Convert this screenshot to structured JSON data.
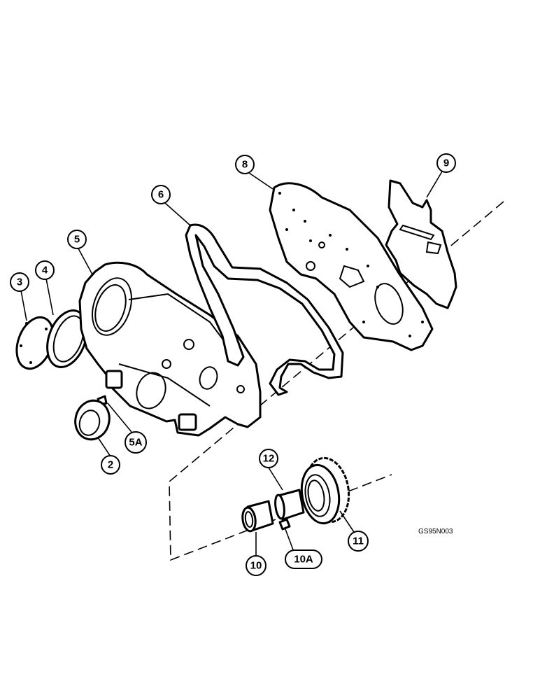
{
  "diagram": {
    "reference_code": "GS95N003",
    "callouts": {
      "c2": "2",
      "c3": "3",
      "c4": "4",
      "c5": "5",
      "c5A": "5A",
      "c6": "6",
      "c8": "8",
      "c9": "9",
      "c10": "10",
      "c10A": "10A",
      "c11": "11",
      "c12": "12"
    }
  }
}
